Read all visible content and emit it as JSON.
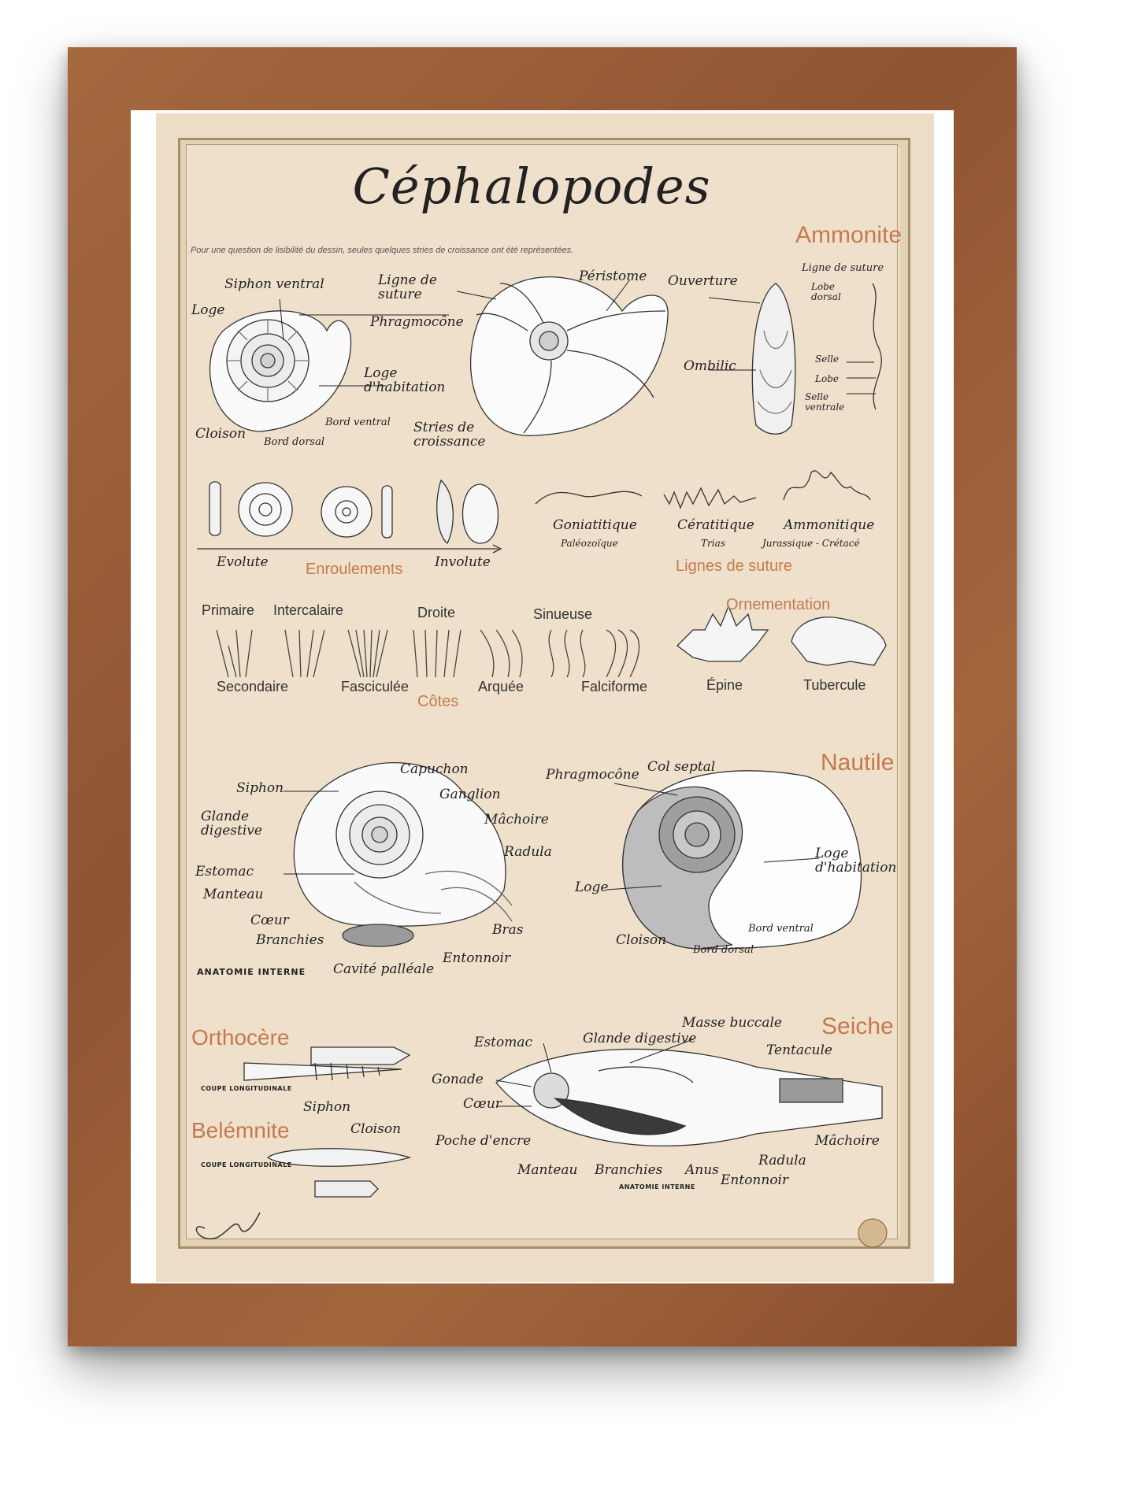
{
  "title": "Céphalopodes",
  "note": "Pour une question de lisibilité du dessin, seules quelques stries de croissance ont été représentées.",
  "sections": {
    "ammonite": "Ammonite",
    "nautile": "Nautile",
    "orthocere": "Orthocère",
    "belemnite": "Belémnite",
    "seiche": "Seiche"
  },
  "ammonite": {
    "labels": {
      "siphon_ventral": "Siphon ventral",
      "loge": "Loge",
      "cloison": "Cloison",
      "bord_dorsal": "Bord dorsal",
      "bord_ventral": "Bord ventral",
      "ligne_suture": "Ligne de suture",
      "phragmocone": "Phragmocône",
      "loge_habitation": "Loge d'habitation",
      "stries": "Stries de croissance",
      "peristome": "Péristome",
      "ouverture": "Ouverture",
      "ombilic": "Ombilic",
      "ls_title": "Ligne de suture",
      "lobe_dorsal": "Lobe dorsal",
      "selle": "Selle",
      "lobe": "Lobe",
      "selle_ventrale": "Selle ventrale"
    }
  },
  "enroulements": {
    "title": "Enroulements",
    "evolute": "Evolute",
    "involute": "Involute"
  },
  "lignes_suture": {
    "title": "Lignes de suture",
    "items": [
      {
        "name": "Goniatitique",
        "era": "Paléozoïque"
      },
      {
        "name": "Cératitique",
        "era": "Trias"
      },
      {
        "name": "Ammonitique",
        "era": "Jurassique - Crétacé"
      }
    ]
  },
  "cotes": {
    "title": "Côtes",
    "top": [
      "Primaire",
      "Intercalaire",
      "Droite",
      "Sinueuse"
    ],
    "bottom": [
      "Secondaire",
      "Fasciculée",
      "Arquée",
      "Falciforme"
    ]
  },
  "ornementation": {
    "title": "Ornementation",
    "items": [
      "Épine",
      "Tubercule"
    ]
  },
  "anatomie": {
    "labels": {
      "siphon": "Siphon",
      "glande_digestive": "Glande digestive",
      "estomac": "Estomac",
      "manteau": "Manteau",
      "coeur": "Cœur",
      "branchies": "Branchies",
      "capuchon": "Capuchon",
      "ganglion": "Ganglion",
      "machoire": "Mâchoire",
      "radula": "Radula",
      "bras": "Bras",
      "entonnoir": "Entonnoir",
      "cavite": "Cavité palléale"
    },
    "caption": "ANATOMIE INTERNE"
  },
  "nautile": {
    "labels": {
      "phragmocone": "Phragmocône",
      "col_septal": "Col septal",
      "loge": "Loge",
      "cloison": "Cloison",
      "bord_dorsal": "Bord dorsal",
      "bord_ventral": "Bord ventral",
      "loge_habitation": "Loge d'habitation"
    }
  },
  "orthocere": {
    "caption": "COUPE LONGITUDINALE",
    "siphon": "Siphon",
    "cloison": "Cloison"
  },
  "belemnite": {
    "caption": "COUPE LONGITUDINALE"
  },
  "seiche": {
    "labels": {
      "estomac": "Estomac",
      "glande_digestive": "Glande digestive",
      "masse_buccale": "Masse buccale",
      "tentacule": "Tentacule",
      "gonade": "Gonade",
      "coeur": "Cœur",
      "poche_encre": "Poche d'encre",
      "manteau": "Manteau",
      "branchies": "Branchies",
      "anus": "Anus",
      "entonnoir": "Entonnoir",
      "radula": "Radula",
      "machoire": "Mâchoire"
    },
    "caption": "ANATOMIE INTERNE"
  },
  "colors": {
    "frame": "#9a5c37",
    "poster": "#eddcc6",
    "accent": "#c47a4e"
  }
}
